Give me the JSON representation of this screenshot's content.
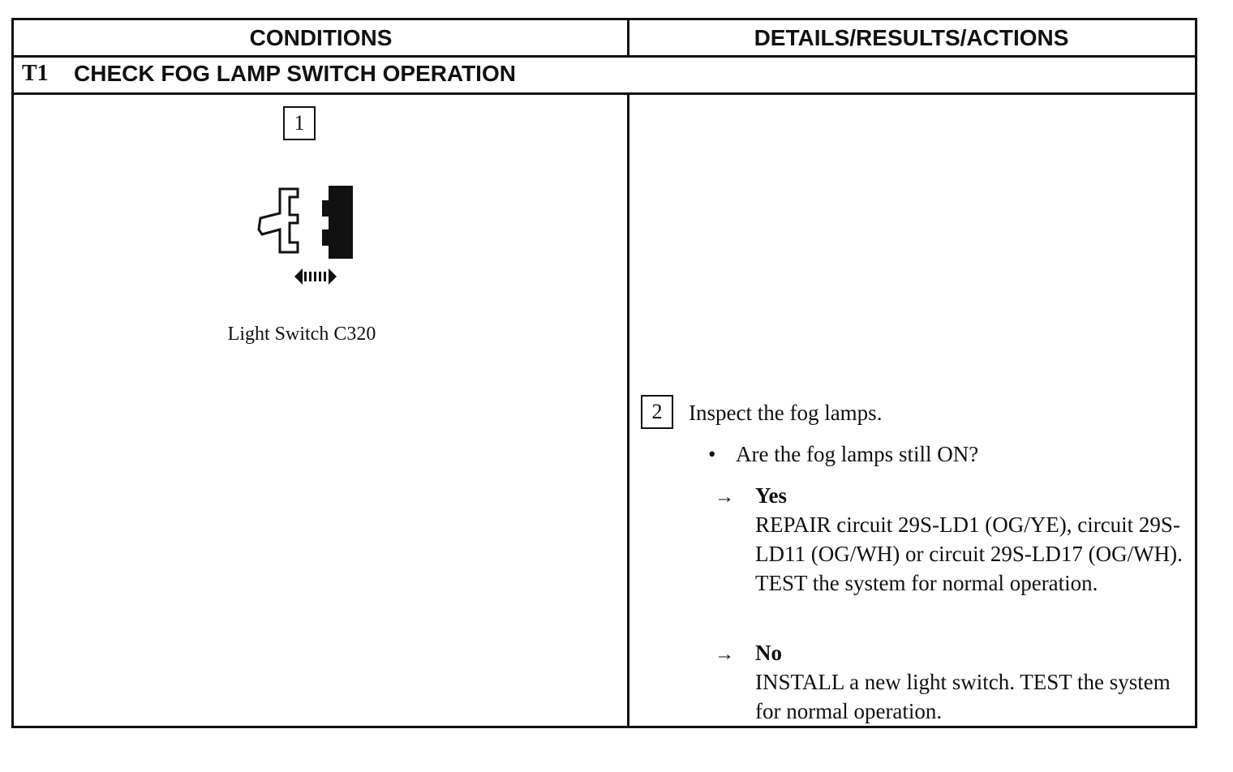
{
  "header": {
    "conditions": "CONDITIONS",
    "details": "DETAILS/RESULTS/ACTIONS"
  },
  "test": {
    "id": "T1",
    "title": "CHECK FOG LAMP SWITCH OPERATION"
  },
  "step1": {
    "number": "1",
    "caption": "Light Switch C320",
    "icon": "connector-disconnect-icon"
  },
  "step2": {
    "number": "2",
    "instruction": "Inspect the fog lamps.",
    "bullet": "•",
    "question": "Are the fog lamps still ON?",
    "arrow": "→",
    "yes_label": "Yes",
    "yes_text": "REPAIR circuit 29S-LD1 (OG/YE), circuit 29S-LD11 (OG/WH) or circuit 29S-LD17 (OG/WH). TEST the system for normal operation.",
    "no_label": "No",
    "no_text": "INSTALL a new light switch. TEST the system for normal operation."
  }
}
